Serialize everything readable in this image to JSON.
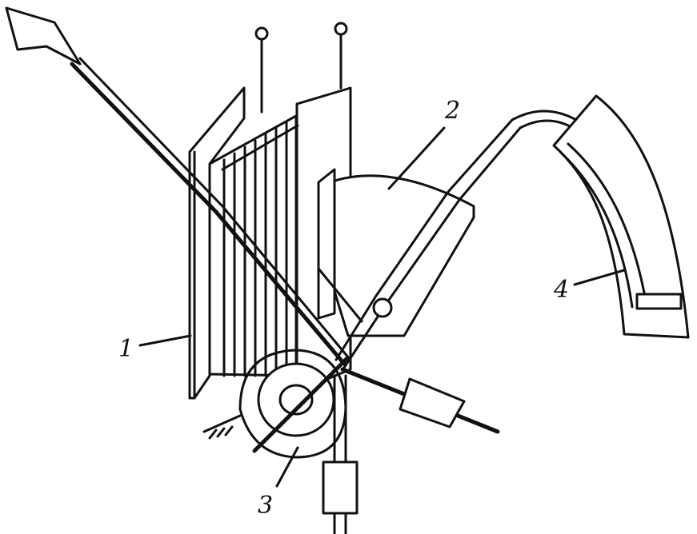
{
  "labels": {
    "coil": "1",
    "damper_sector": "2",
    "spring": "3",
    "scale": "4"
  },
  "colors": {
    "ink": "#111111",
    "background": "#ffffff"
  }
}
